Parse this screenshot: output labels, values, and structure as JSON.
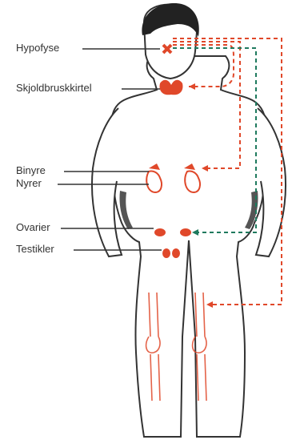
{
  "labels": {
    "hypofyse": "Hypofyse",
    "skjoldbruskkirtel": "Skjoldbruskkirtel",
    "binyre": "Binyre",
    "nyrer": "Nyrer",
    "ovarier": "Ovarier",
    "testikler": "Testikler"
  },
  "colors": {
    "body_outline": "#333333",
    "hair": "#222222",
    "organ": "#e0482a",
    "signal_red": "#e0482a",
    "signal_green": "#1f7a5e",
    "shadow": "#555555"
  },
  "icons": [
    "human-body-outline",
    "hormone-signal-arrows"
  ]
}
